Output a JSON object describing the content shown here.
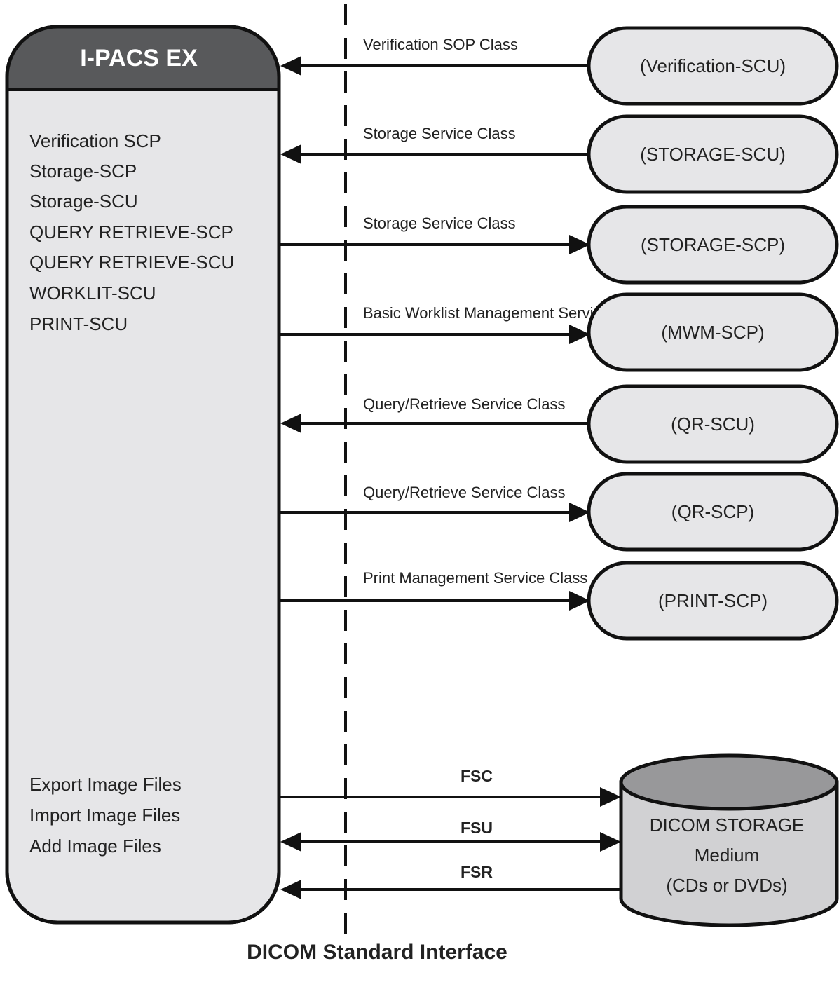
{
  "main_box": {
    "title": "I-PACS EX",
    "capabilities": [
      "Verification SCP",
      "Storage-SCP",
      "Storage-SCU",
      "QUERY RETRIEVE-SCP",
      "QUERY RETRIEVE-SCU",
      "WORKLIT-SCU",
      "PRINT-SCU"
    ],
    "file_functions": [
      "Export Image Files",
      "Import Image Files",
      "Add Image Files"
    ]
  },
  "services": [
    {
      "label": "Verification SOP Class",
      "peer": "(Verification-SCU)",
      "direction": "inbound"
    },
    {
      "label": "Storage Service Class",
      "peer": "(STORAGE-SCU)",
      "direction": "inbound"
    },
    {
      "label": "Storage Service Class",
      "peer": "(STORAGE-SCP)",
      "direction": "outbound"
    },
    {
      "label": "Basic Worklist Management Service",
      "peer": "(MWM-SCP)",
      "direction": "outbound"
    },
    {
      "label": "Query/Retrieve Service Class",
      "peer": "(QR-SCU)",
      "direction": "inbound"
    },
    {
      "label": "Query/Retrieve Service Class",
      "peer": "(QR-SCP)",
      "direction": "outbound"
    },
    {
      "label": "Print Management Service Class",
      "peer": "(PRINT-SCP)",
      "direction": "outbound"
    }
  ],
  "media_links": [
    {
      "label": "FSC",
      "direction": "outbound"
    },
    {
      "label": "FSU",
      "direction": "bidirectional"
    },
    {
      "label": "FSR",
      "direction": "inbound"
    }
  ],
  "storage_medium": {
    "lines": [
      "DICOM STORAGE",
      "Medium",
      "(CDs or DVDs)"
    ]
  },
  "footer": "DICOM Standard Interface",
  "colors": {
    "title_bar": "#58595b",
    "box_fill": "#e6e6e8",
    "node_fill": "#e6e6e8",
    "cylinder_body": "#d1d1d3",
    "cylinder_top": "#98989a",
    "line": "#111111"
  }
}
